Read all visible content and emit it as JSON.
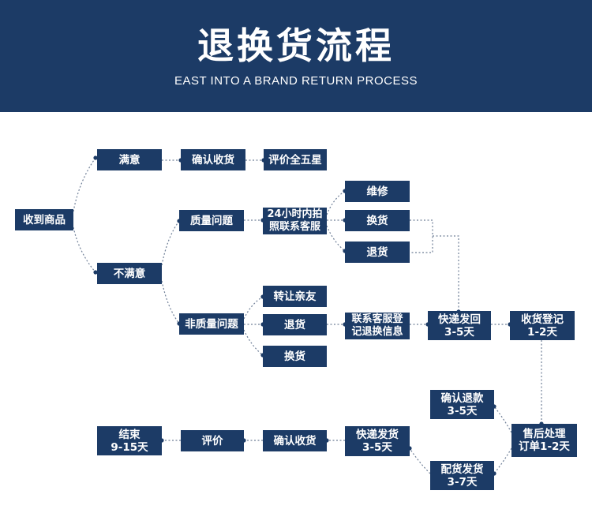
{
  "header": {
    "title": "退换货流程",
    "subtitle": "EAST INTO A BRAND RETURN PROCESS"
  },
  "nodes": {
    "received": "收到商品",
    "satisfied": "满意",
    "confirm_receipt_1": "确认收货",
    "five_star": "评价全五星",
    "unsatisfied": "不满意",
    "quality_issue": "质量问题",
    "photo_contact": "24小时内拍\n照联系客服",
    "repair": "维修",
    "exchange_1": "换货",
    "return_1": "退货",
    "non_quality_issue": "非质量问题",
    "transfer_friends": "转让亲友",
    "return_2": "退货",
    "exchange_2": "换货",
    "register_info": "联系客服登\n记退换信息",
    "ship_back": "快递发回\n3-5天",
    "receipt_register": "收货登记\n1-2天",
    "after_sales": "售后处理\n订单1-2天",
    "confirm_refund": "确认退款\n3-5天",
    "ship_goods": "配货发货\n3-7天",
    "express_ship": "快递发货\n3-5天",
    "confirm_receipt_2": "确认收货",
    "review": "评价",
    "end": "结束\n9-15天"
  },
  "colors": {
    "node_bg": "#1c3b66",
    "header_bg": "#1c3b66",
    "connector": "#6f7f97"
  }
}
